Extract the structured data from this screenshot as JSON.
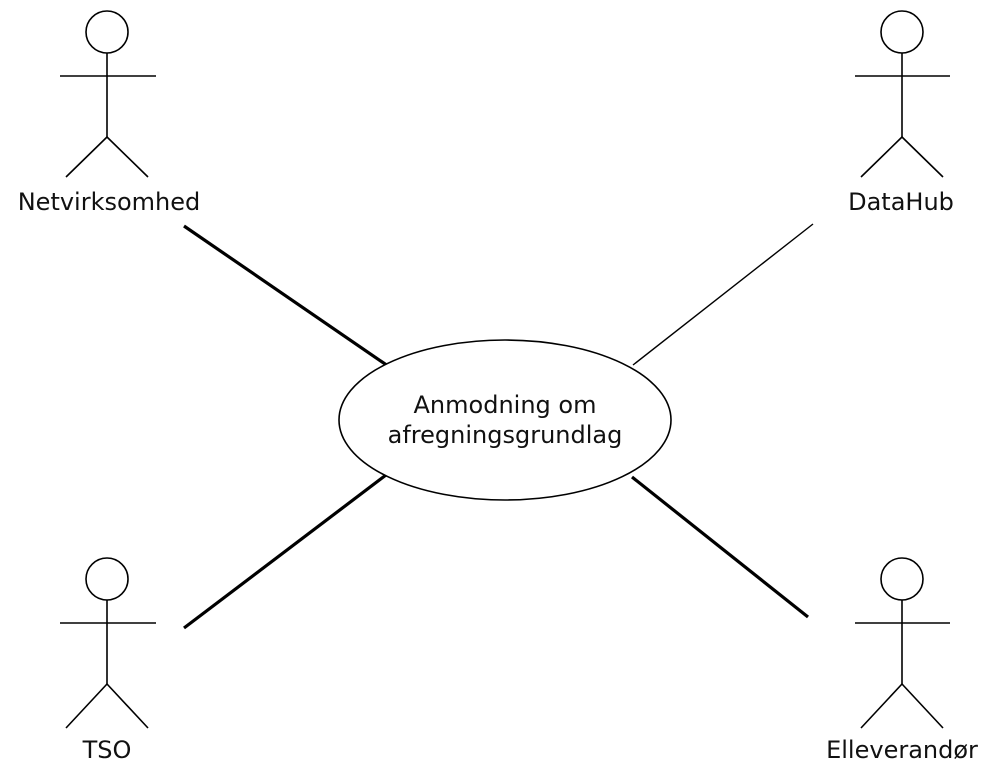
{
  "use_case": {
    "label_line1": "Anmodning om",
    "label_line2": "afregningsgrundlag"
  },
  "actors": {
    "top_left": {
      "label": "Netvirksomhed"
    },
    "top_right": {
      "label": "DataHub"
    },
    "bottom_left": {
      "label": "TSO"
    },
    "bottom_right": {
      "label": "Elleverandør"
    }
  },
  "colors": {
    "line": "#000000",
    "text": "#111111",
    "background": "#ffffff"
  }
}
